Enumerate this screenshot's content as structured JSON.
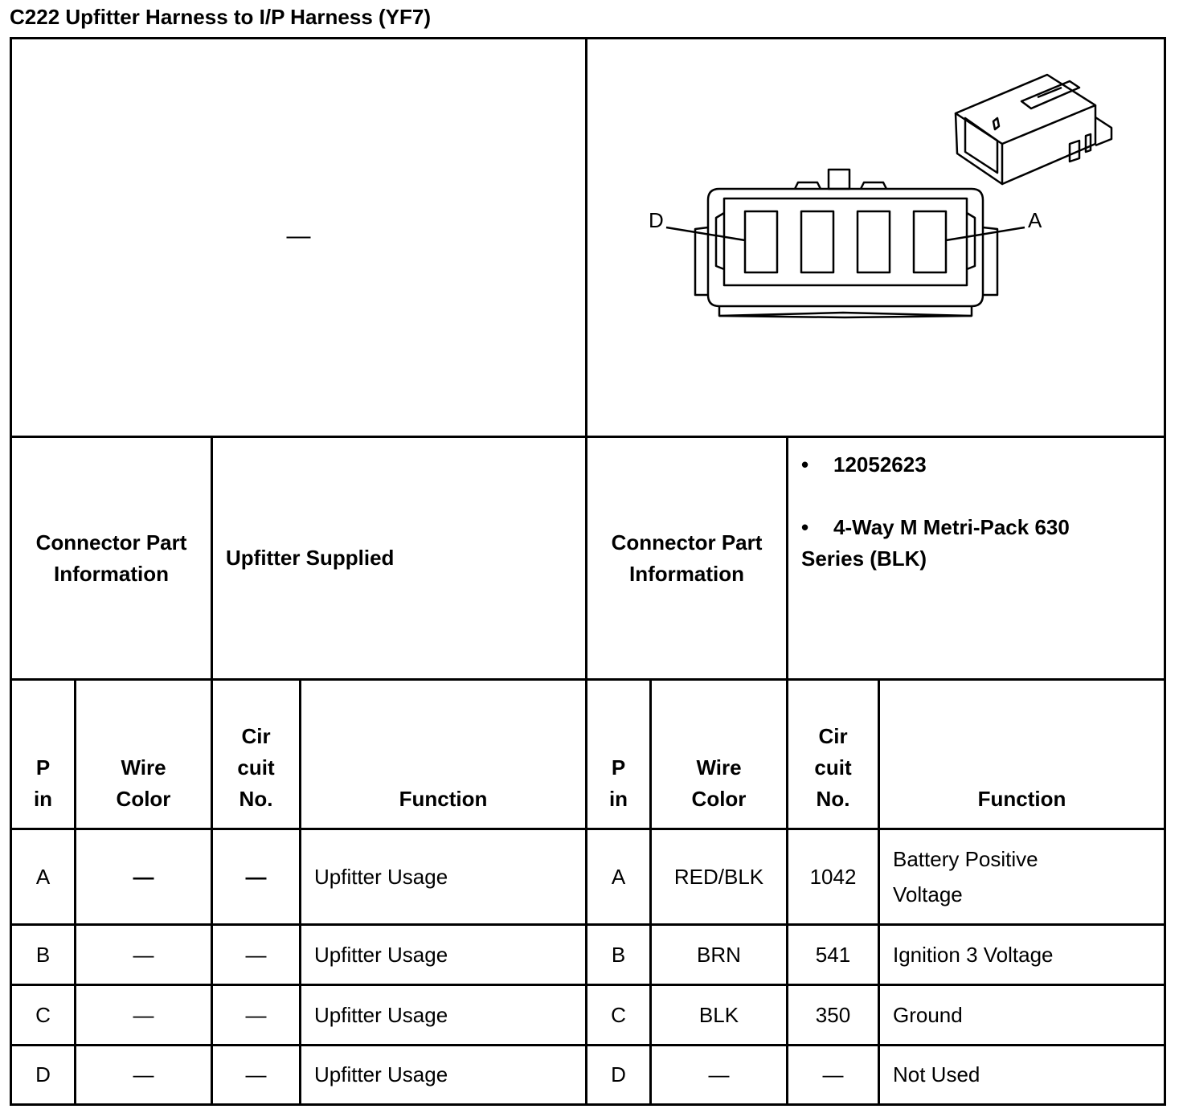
{
  "title": "C222 Upfitter Harness to I/P Harness (YF7)",
  "image_panel": {
    "left_placeholder": "—",
    "pin_label_left": "D",
    "pin_label_right": "A"
  },
  "part_info": {
    "left_label_line1": "Connector Part",
    "left_label_line2": "Information",
    "left_value": "Upfitter Supplied",
    "right_label_line1": "Connector Part",
    "right_label_line2": "Information",
    "bullet_char": "•",
    "right_bullet1": "12052623",
    "right_bullet2_line1": "4-Way M Metri-Pack 630",
    "right_bullet2_line2": "Series (BLK)"
  },
  "headers": {
    "pin_line1": "P",
    "pin_line2": "in",
    "wire_line1": "Wire",
    "wire_line2": "Color",
    "circuit_line1": "Cir",
    "circuit_line2": "cuit",
    "circuit_line3": "No.",
    "function": "Function"
  },
  "left_rows": [
    {
      "pin": "A",
      "wire": "—",
      "circuit": "—",
      "function": "Upfitter Usage"
    },
    {
      "pin": "B",
      "wire": "—",
      "circuit": "—",
      "function": "Upfitter Usage"
    },
    {
      "pin": "C",
      "wire": "—",
      "circuit": "—",
      "function": "Upfitter Usage"
    },
    {
      "pin": "D",
      "wire": "—",
      "circuit": "—",
      "function": "Upfitter Usage"
    }
  ],
  "right_rows": [
    {
      "pin": "A",
      "wire": "RED/BLK",
      "circuit": "1042",
      "function_line1": "Battery Positive",
      "function_line2": "Voltage"
    },
    {
      "pin": "B",
      "wire": "BRN",
      "circuit": "541",
      "function_line1": "Ignition 3 Voltage",
      "function_line2": ""
    },
    {
      "pin": "C",
      "wire": "BLK",
      "circuit": "350",
      "function_line1": "Ground",
      "function_line2": ""
    },
    {
      "pin": "D",
      "wire": "—",
      "circuit": "—",
      "function_line1": "Not Used",
      "function_line2": ""
    }
  ]
}
